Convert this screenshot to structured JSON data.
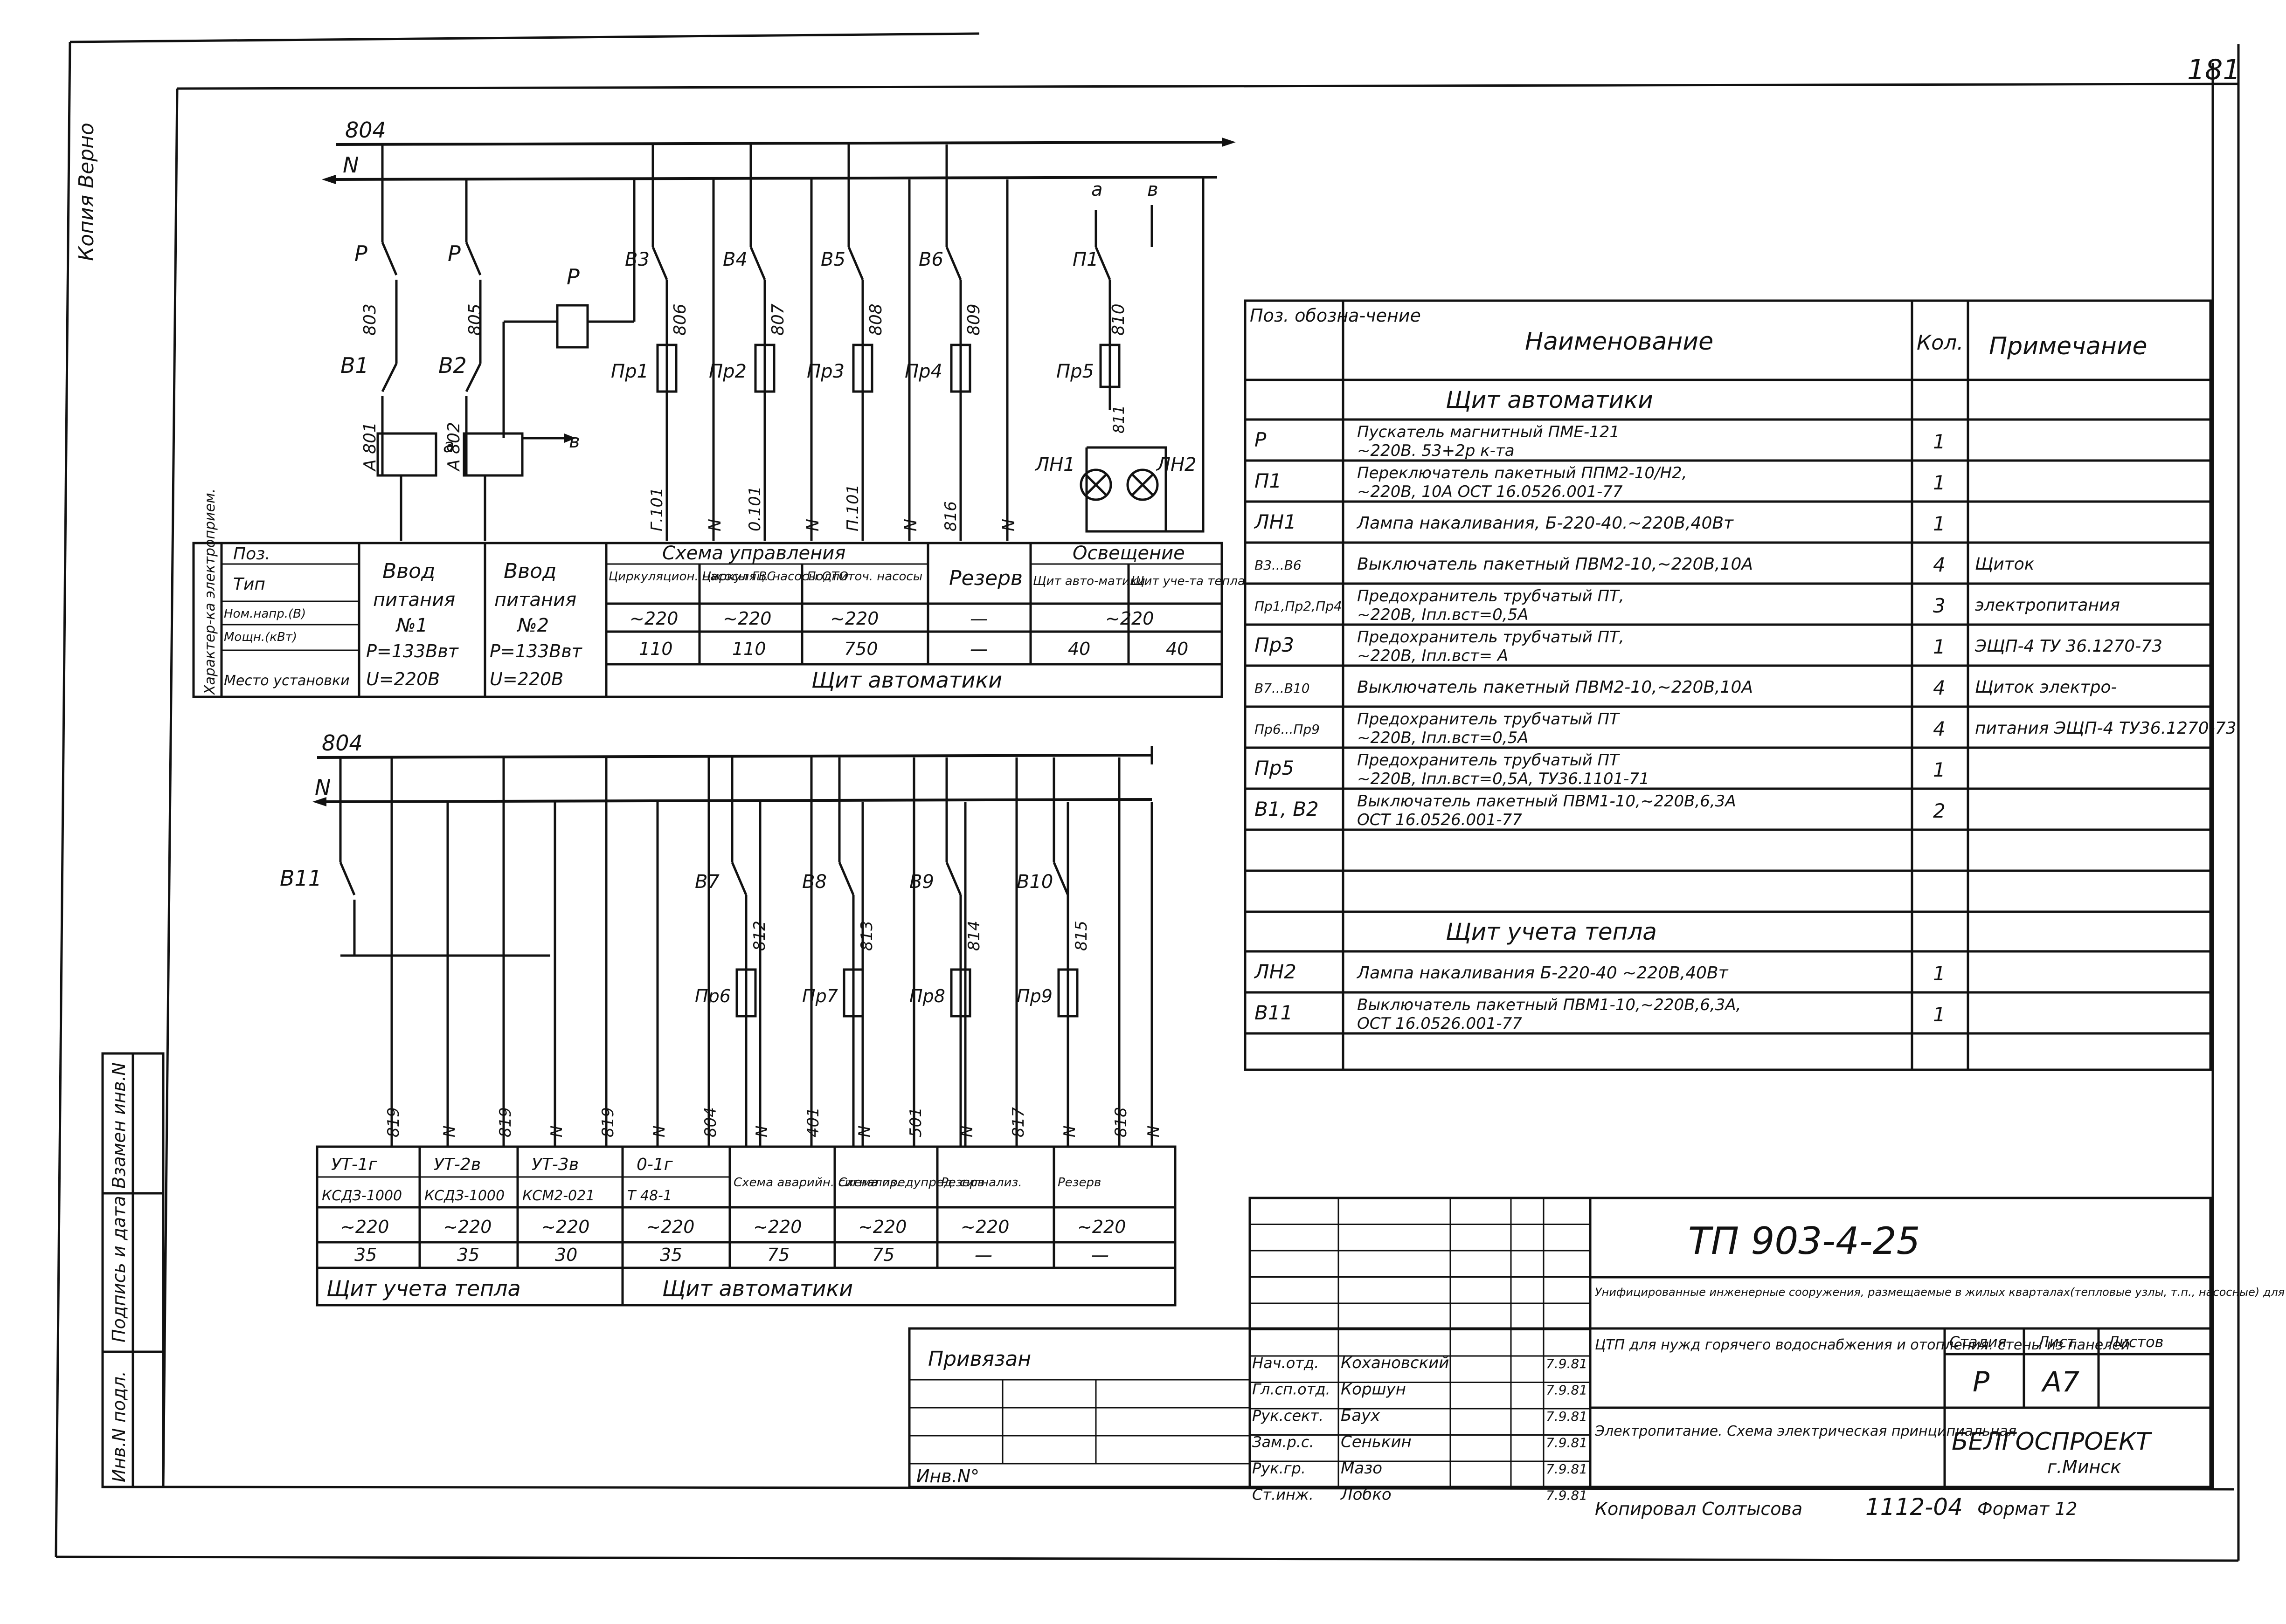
{
  "page_number": "181",
  "side_stamp": "Копия Верно",
  "left_column_labels": [
    "Инв.N подл.",
    "Подпись и дата",
    "Взамен инв.N"
  ],
  "scheme_top": {
    "bus_labels": [
      "804",
      "N"
    ],
    "branches": [
      {
        "switch": "Р",
        "wire": "803",
        "breaker": "В1",
        "wire2": "А 801",
        "tag": "а"
      },
      {
        "switch": "Р",
        "wire": "805",
        "breaker": "В2",
        "wire2": "А 802",
        "tag": "в"
      },
      {
        "relay": "Р"
      },
      {
        "switch": "В3",
        "wire": "806",
        "fuse": "Пр1",
        "out": "Г.101",
        "n": "N"
      },
      {
        "switch": "В4",
        "wire": "807",
        "fuse": "Пр2",
        "out": "0.101",
        "n": "N"
      },
      {
        "switch": "В5",
        "wire": "808",
        "fuse": "Пр3",
        "out": "П.101",
        "n": "N"
      },
      {
        "switch": "В6",
        "wire": "809",
        "fuse": "Пр4",
        "out": "816",
        "n": "N"
      },
      {
        "switch": "П1",
        "wire": "810",
        "fuse": "Пр5",
        "out": "811",
        "lamps": [
          "ЛН1",
          "ЛН2"
        ],
        "tags": [
          "а",
          "в"
        ]
      }
    ]
  },
  "top_table": {
    "row_group_label": "Характер-ка электроприем.",
    "row_labels": [
      "Поз.",
      "Тип",
      "Ном.напр.(В)",
      "Мощн.(кВт)",
      "Место установки"
    ],
    "col1": {
      "l1": "Ввод",
      "l2": "питания",
      "l3": "№1",
      "l4": "Р=133Ввт",
      "l5": "U=220В"
    },
    "col2": {
      "l1": "Ввод",
      "l2": "питания",
      "l3": "№2",
      "l4": "Р=133Ввт",
      "l5": "U=220В"
    },
    "group_header": "Схема управления",
    "sub": [
      {
        "name": "Циркуляцион. насосы ГВС",
        "v": "~220",
        "p": "110"
      },
      {
        "name": "Циркуляц. насосы ОТО",
        "v": "~220",
        "p": "110"
      },
      {
        "name": "Подпиточ. насосы",
        "v": "~220",
        "p": "750"
      }
    ],
    "reserve": {
      "name": "Резерв",
      "v": "—",
      "p": "—"
    },
    "light_header": "Освещение",
    "light": [
      {
        "name": "Щит авто-матики",
        "p": "40"
      },
      {
        "name": "Щит уче-та тепла",
        "p": "40"
      }
    ],
    "light_v": "~220",
    "bottom": "Щит автоматики"
  },
  "scheme_bottom": {
    "bus_labels": [
      "804",
      "N"
    ],
    "main_switch": "В11",
    "switches": [
      "В7",
      "В8",
      "В9",
      "В10"
    ],
    "wires": [
      "812",
      "813",
      "814",
      "815"
    ],
    "fuses": [
      "Пр6",
      "Пр7",
      "Пр8",
      "Пр9"
    ],
    "outs": [
      "819",
      "N",
      "819",
      "N",
      "819",
      "N",
      "804",
      "N",
      "401",
      "N",
      "501",
      "N",
      "817",
      "N",
      "818",
      "N"
    ]
  },
  "bottom_table": {
    "cols": [
      {
        "a": "УТ-1г",
        "b": "КСДЗ-1000",
        "v": "~220",
        "p": "35"
      },
      {
        "a": "УТ-2в",
        "b": "КСДЗ-1000",
        "v": "~220",
        "p": "35"
      },
      {
        "a": "УТ-3в",
        "b": "КСМ2-021",
        "v": "~220",
        "p": "30"
      },
      {
        "a": "0-1г",
        "b": "Т 48-1",
        "v": "~220",
        "p": "35"
      },
      {
        "a": "Схема аварийн. сигнализ.",
        "b": "",
        "v": "~220",
        "p": "75"
      },
      {
        "a": "Схема предупред. сигнализ.",
        "b": "",
        "v": "~220",
        "p": "75"
      },
      {
        "a": "Резерв",
        "b": "",
        "v": "~220",
        "p": "—"
      },
      {
        "a": "Резерв",
        "b": "",
        "v": "~220",
        "p": "—"
      }
    ],
    "footer_left": "Щит учета тепла",
    "footer_right": "Щит автоматики"
  },
  "spec_table": {
    "headers": {
      "pos": "Поз. обозна-чение",
      "name": "Наименование",
      "qty": "Кол.",
      "note": "Примечание"
    },
    "section1": "Щит автоматики",
    "rows1": [
      {
        "pos": "Р",
        "l1": "Пускатель магнитный ПМЕ-121",
        "l2": "~220В. 53+2р к-та",
        "qty": "1",
        "note": ""
      },
      {
        "pos": "П1",
        "l1": "Переключатель пакетный ППМ2-10/Н2,",
        "l2": "~220В, 10А ОСТ 16.0526.001-77",
        "qty": "1",
        "note": ""
      },
      {
        "pos": "ЛН1",
        "l1": "Лампа накаливания, Б-220-40.~220В,40Вт",
        "l2": "",
        "qty": "1",
        "note": ""
      },
      {
        "pos": "В3...В6",
        "l1": "Выключатель пакетный ПВМ2-10,~220В,10А",
        "l2": "",
        "qty": "4",
        "note": "Щиток"
      },
      {
        "pos": "Пр1,Пр2,Пр4",
        "l1": "Предохранитель трубчатый ПТ,",
        "l2": "~220В, Iпл.вст=0,5А",
        "qty": "3",
        "note": "электропитания"
      },
      {
        "pos": "Пр3",
        "l1": "Предохранитель трубчатый ПТ,",
        "l2": "~220В, Iпл.вст= А",
        "qty": "1",
        "note": "ЭЩП-4 ТУ 36.1270-73"
      },
      {
        "pos": "В7...В10",
        "l1": "Выключатель пакетный ПВМ2-10,~220В,10А",
        "l2": "",
        "qty": "4",
        "note": "Щиток электро-"
      },
      {
        "pos": "Пр6...Пр9",
        "l1": "Предохранитель трубчатый ПТ",
        "l2": "~220В, Iпл.вст=0,5А",
        "qty": "4",
        "note": "питания ЭЩП-4 ТУ36.1270-73"
      },
      {
        "pos": "Пр5",
        "l1": "Предохранитель трубчатый ПТ",
        "l2": "~220В, Iпл.вст=0,5А, ТУ36.1101-71",
        "qty": "1",
        "note": ""
      },
      {
        "pos": "В1, В2",
        "l1": "Выключатель пакетный ПВМ1-10,~220В,6,3А",
        "l2": "ОСТ 16.0526.001-77",
        "qty": "2",
        "note": ""
      }
    ],
    "section2": "Щит учета тепла",
    "rows2": [
      {
        "pos": "ЛН2",
        "l1": "Лампа накаливания Б-220-40 ~220В,40Вт",
        "l2": "",
        "qty": "1",
        "note": ""
      },
      {
        "pos": "В11",
        "l1": "Выключатель пакетный ПВМ1-10,~220В,6,3А,",
        "l2": "ОСТ 16.0526.001-77",
        "qty": "1",
        "note": ""
      }
    ]
  },
  "title_block": {
    "code": "ТП 903-4-25",
    "description": "Унифицированные инженерные сооружения, размещаемые в жилых кварталах(тепловые узлы, т.п., насосные) для строительства на территории СССР",
    "project": "ЦТП для нужд горячего водоснабжения и отопления. стены из панелей",
    "sheet_title": "Электропитание. Схема электрическая принципиальная",
    "stage_label": "Стадия",
    "sheet_label": "Лист",
    "sheets_label": "Листов",
    "stage": "Р",
    "sheet": "А7",
    "org": "БЕЛГОСПРОЕКТ",
    "city": "г.Минск",
    "linked": "Привязан",
    "inv": "Инв.N°",
    "signers": [
      {
        "role": "Нач.отд.",
        "name": "Кохановский",
        "date": "7.9.81"
      },
      {
        "role": "Гл.сп.отд.",
        "name": "Коршун",
        "date": "7.9.81"
      },
      {
        "role": "Рук.сект.",
        "name": "Баух",
        "date": "7.9.81"
      },
      {
        "role": "Зам.р.с.",
        "name": "Сенькин",
        "date": "7.9.81"
      },
      {
        "role": "Рук.гр.",
        "name": "Мазо",
        "date": "7.9.81"
      },
      {
        "role": "Ст.инж.",
        "name": "Лобко",
        "date": "7.9.81"
      }
    ],
    "copied": "Копировал Солтысова",
    "order": "1112-04",
    "format": "Формат 12"
  }
}
